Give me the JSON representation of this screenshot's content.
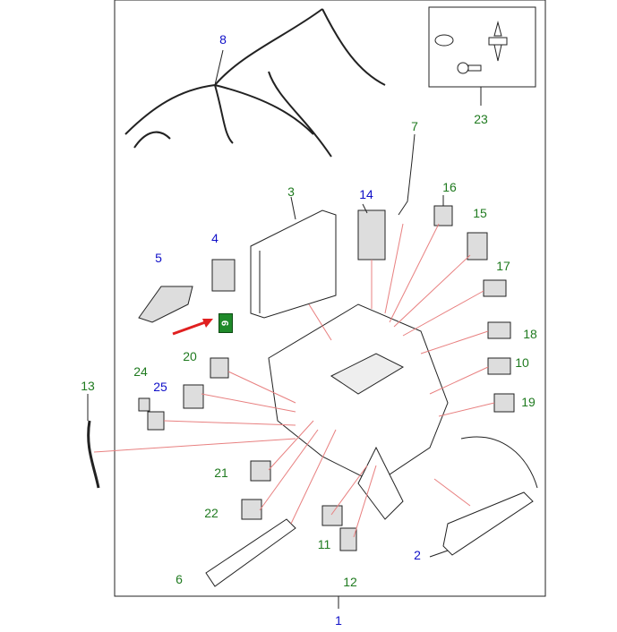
{
  "diagram": {
    "callouts": [
      {
        "id": "1",
        "label": "1",
        "color": "#1010c8"
      },
      {
        "id": "2",
        "label": "2",
        "color": "#1010c8"
      },
      {
        "id": "3",
        "label": "3",
        "color": "#1f7a1f"
      },
      {
        "id": "4",
        "label": "4",
        "color": "#1010c8"
      },
      {
        "id": "5",
        "label": "5",
        "color": "#1010c8"
      },
      {
        "id": "6",
        "label": "6",
        "color": "#1f7a1f"
      },
      {
        "id": "7",
        "label": "7",
        "color": "#1f7a1f"
      },
      {
        "id": "8",
        "label": "8",
        "color": "#1010c8"
      },
      {
        "id": "9",
        "label": "9",
        "color": "#1f8a2a",
        "highlighted": true
      },
      {
        "id": "10",
        "label": "10",
        "color": "#1f7a1f"
      },
      {
        "id": "11",
        "label": "11",
        "color": "#1f7a1f"
      },
      {
        "id": "12",
        "label": "12",
        "color": "#1f7a1f"
      },
      {
        "id": "13",
        "label": "13",
        "color": "#1f7a1f"
      },
      {
        "id": "14",
        "label": "14",
        "color": "#1010c8"
      },
      {
        "id": "15",
        "label": "15",
        "color": "#1f7a1f"
      },
      {
        "id": "16",
        "label": "16",
        "color": "#1f7a1f"
      },
      {
        "id": "17",
        "label": "17",
        "color": "#1f7a1f"
      },
      {
        "id": "18",
        "label": "18",
        "color": "#1f7a1f"
      },
      {
        "id": "19",
        "label": "19",
        "color": "#1f7a1f"
      },
      {
        "id": "20",
        "label": "20",
        "color": "#1f7a1f"
      },
      {
        "id": "21",
        "label": "21",
        "color": "#1f7a1f"
      },
      {
        "id": "22",
        "label": "22",
        "color": "#1f7a1f"
      },
      {
        "id": "23",
        "label": "23",
        "color": "#1f7a1f"
      },
      {
        "id": "24",
        "label": "24",
        "color": "#1f7a1f"
      },
      {
        "id": "25",
        "label": "25",
        "color": "#1010c8"
      }
    ],
    "leader_color": "#e88080",
    "pointer_arrow_color": "#e02020"
  }
}
